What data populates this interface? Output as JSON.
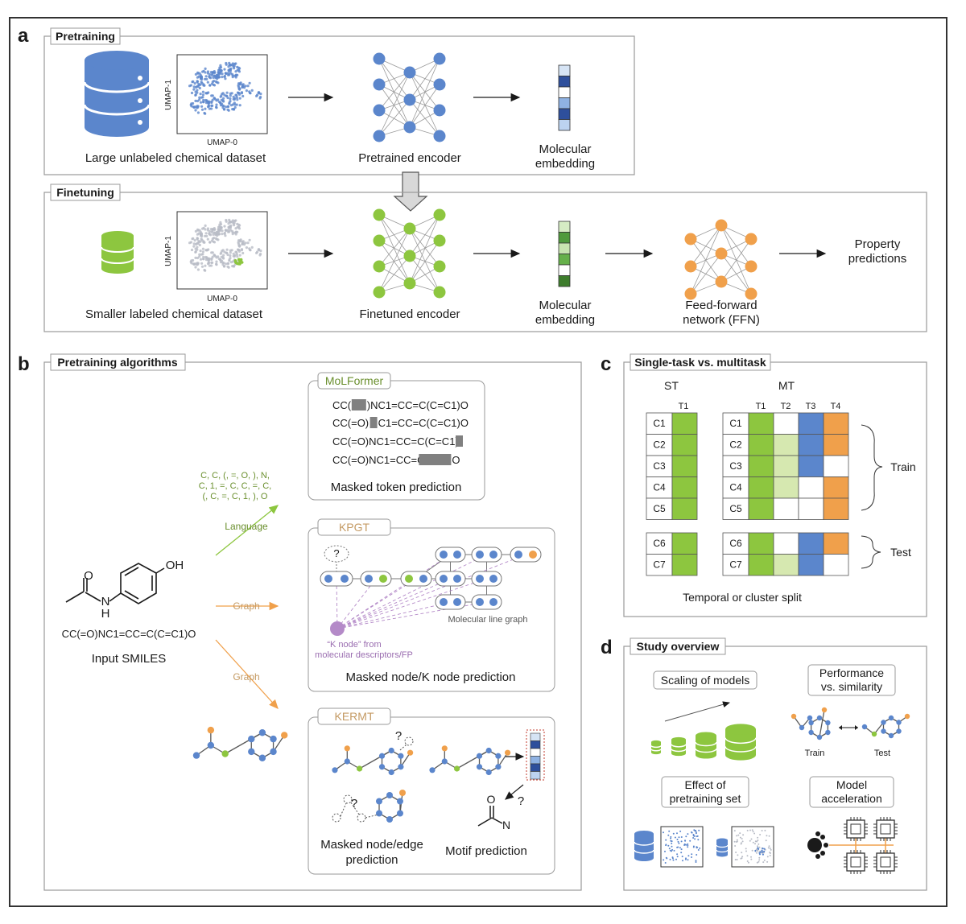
{
  "colors": {
    "blue": "#5b86cc",
    "green": "#8dc63f",
    "orange": "#f0a04b",
    "purple": "#b48ac8",
    "frame": "#333333",
    "box": "#9a9a9a",
    "node_light_green": "#d6e8b0",
    "kpgt_brown": "#c49a63",
    "lang_green": "#6a8f2d"
  },
  "panel_letters": {
    "a": "a",
    "b": "b",
    "c": "c",
    "d": "d"
  },
  "pretraining": {
    "tab": "Pretraining",
    "dataset_label": "Large unlabeled chemical dataset",
    "umap_x": "UMAP-0",
    "umap_y": "UMAP-1",
    "encoder_label": "Pretrained encoder",
    "embedding_label_1": "Molecular",
    "embedding_label_2": "embedding"
  },
  "finetuning": {
    "tab": "Finetuning",
    "dataset_label": "Smaller labeled chemical dataset",
    "umap_x": "UMAP-0",
    "umap_y": "UMAP-1",
    "encoder_label": "Finetuned encoder",
    "embedding_label_1": "Molecular",
    "embedding_label_2": "embedding",
    "ffn_label_1": "Feed-forward",
    "ffn_label_2": "network (FFN)",
    "prop_label_1": "Property",
    "prop_label_2": "predictions"
  },
  "algorithms": {
    "tab": "Pretraining algorithms",
    "input_smiles": "CC(=O)NC1=CC=C(C=C1)O",
    "input_label": "Input SMILES",
    "oh": "OH",
    "o": "O",
    "n": "N",
    "h": "H",
    "tokens": [
      "C, C, (, =, O, ), N,",
      "C, 1, =, C, C, =, C,",
      "(, C, =, C, 1, ), O"
    ],
    "branch_language": "Language",
    "branch_graph_1": "Graph",
    "branch_graph_2": "Graph",
    "molformer": {
      "tab": "MoLFormer",
      "lines": [
        {
          "pre": "CC(",
          "post": ")NC1=CC=C(C=C1)O"
        },
        {
          "pre": "CC(=O)",
          "post": "C1=CC=C(C=C1)O"
        },
        {
          "pre": "CC(=O)NC1=CC=C(C=C1)",
          "post": ""
        },
        {
          "pre": "CC(=O)NC1=CC=C",
          "post": "O"
        }
      ],
      "caption": "Masked token prediction"
    },
    "kpgt": {
      "tab": "KPGT",
      "question": "?",
      "line_graph": "Molecular line graph",
      "knode_1": "“K node” from",
      "knode_2": "molecular descriptors/FP",
      "caption": "Masked node/K node prediction"
    },
    "kermt": {
      "tab": "KERMT",
      "q": "?",
      "o": "O",
      "n": "N",
      "caption_left_1": "Masked node/edge",
      "caption_left_2": "prediction",
      "caption_right": "Motif prediction"
    }
  },
  "single_multi": {
    "tab": "Single-task vs. multitask",
    "st": "ST",
    "mt": "MT",
    "st_col": "T1",
    "mt_cols": [
      "T1",
      "T2",
      "T3",
      "T4"
    ],
    "train_rows": [
      "C1",
      "C2",
      "C3",
      "C4",
      "C5"
    ],
    "test_rows": [
      "C6",
      "C7"
    ],
    "mt_train_fill": [
      [
        "green",
        "white",
        "blue",
        "orange"
      ],
      [
        "green",
        "light",
        "blue",
        "orange"
      ],
      [
        "green",
        "light",
        "blue",
        "white"
      ],
      [
        "green",
        "light",
        "white",
        "orange"
      ],
      [
        "green",
        "white",
        "white",
        "orange"
      ]
    ],
    "mt_test_fill": [
      [
        "green",
        "white",
        "blue",
        "orange"
      ],
      [
        "green",
        "light",
        "blue",
        "white"
      ]
    ],
    "train_label": "Train",
    "test_label": "Test",
    "caption": "Temporal or cluster split"
  },
  "overview": {
    "tab": "Study overview",
    "scaling": "Scaling of models",
    "perf_1": "Performance",
    "perf_2": "vs. similarity",
    "train": "Train",
    "test": "Test",
    "effect_1": "Effect of",
    "effect_2": "pretraining set",
    "accel_1": "Model",
    "accel_2": "acceleration"
  }
}
